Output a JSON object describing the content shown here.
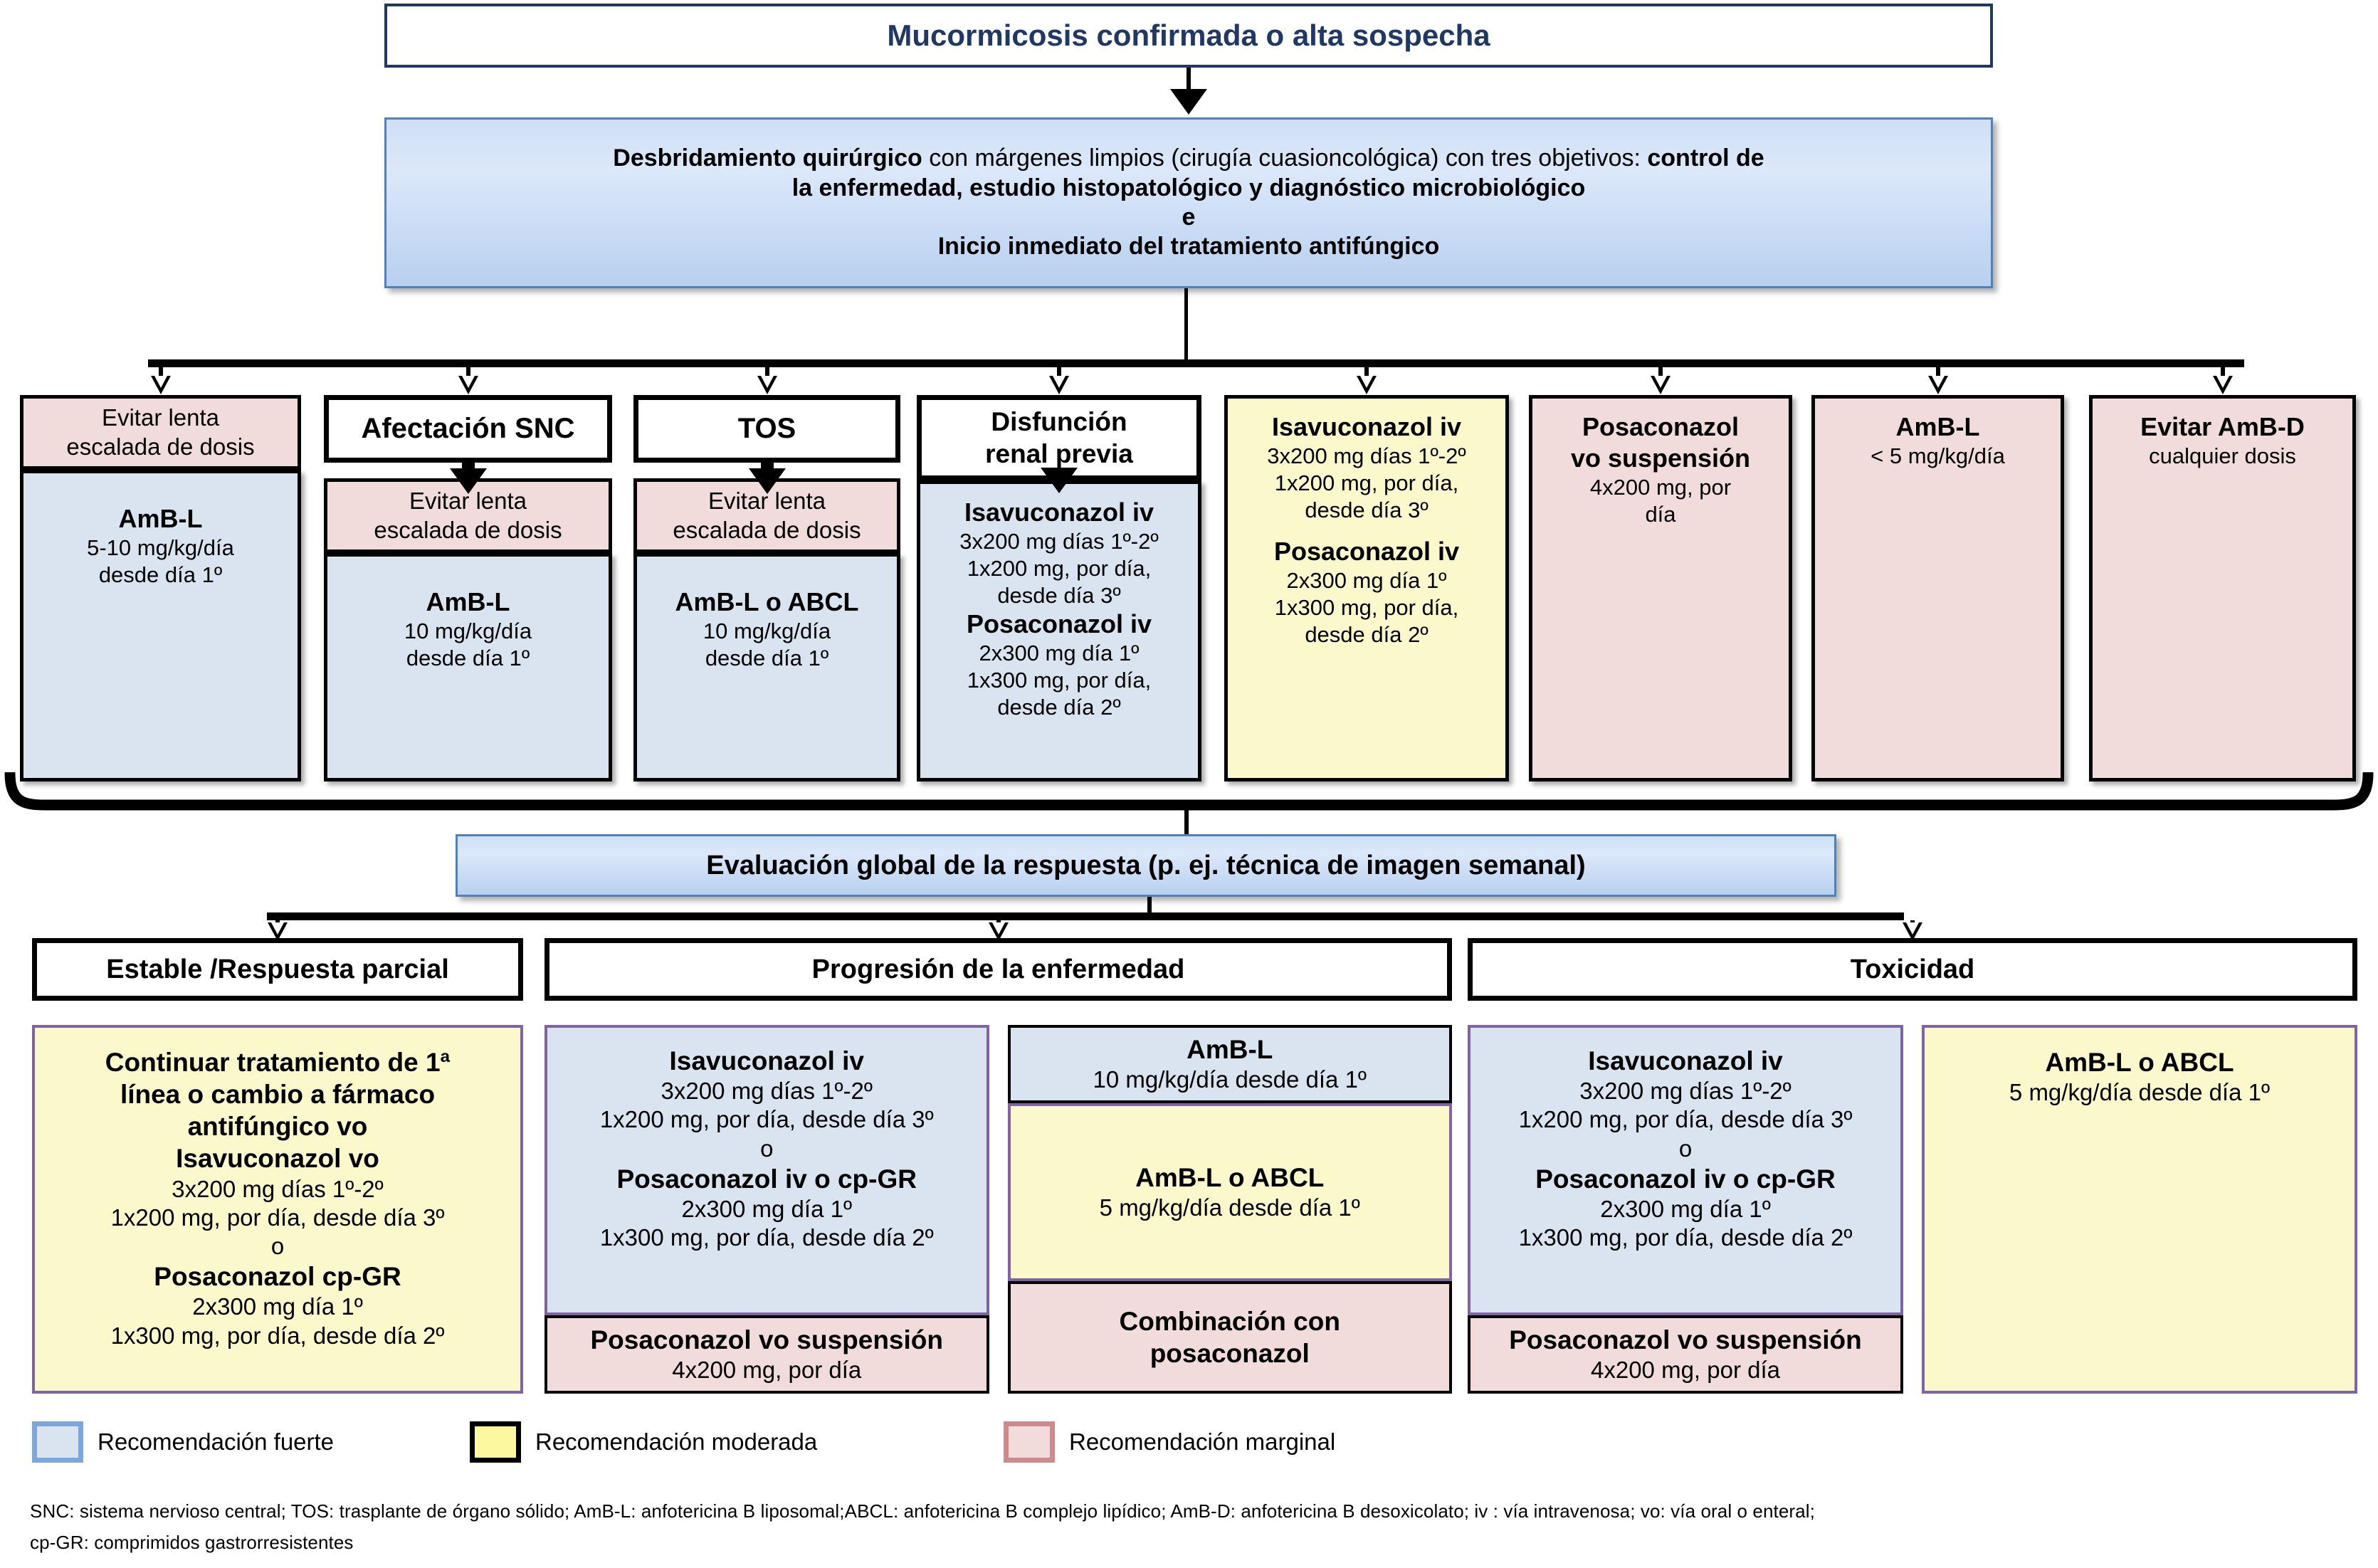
{
  "title_box": {
    "text": "Mucormicosis confirmada o alta sospecha"
  },
  "surgery_box": {
    "line1_a": "Desbridamiento quirúrgico",
    "line1_b": " con márgenes limpios (cirugía cuasioncológica) con tres objetivos: ",
    "line1_c": "control de",
    "line2": "la  enfermedad,  estudio histopatológico y diagnóstico microbiológico",
    "line3": "e",
    "line4": "Inicio inmediato del tratamiento antifúngico"
  },
  "columns": [
    {
      "name": "col-evitar-escalada",
      "pink_header": [
        "Evitar lenta",
        "escalada de dosis"
      ],
      "body_type": "blue",
      "body": [
        {
          "text": "AmB-L",
          "bold": true
        },
        {
          "text": "5-10 mg/kg/día",
          "bold": false
        },
        {
          "text": "desde día 1º",
          "bold": false
        }
      ]
    },
    {
      "name": "col-snc",
      "header": "Afectación SNC",
      "pink_header": [
        "Evitar lenta",
        "escalada de dosis"
      ],
      "body_type": "blue",
      "body": [
        {
          "text": "AmB-L",
          "bold": true
        },
        {
          "text": "10 mg/kg/día",
          "bold": false
        },
        {
          "text": "desde día 1º",
          "bold": false
        }
      ]
    },
    {
      "name": "col-tos",
      "header": "TOS",
      "pink_header": [
        "Evitar lenta",
        "escalada de dosis"
      ],
      "body_type": "blue",
      "body": [
        {
          "text": "AmB-L o ABCL",
          "bold": true
        },
        {
          "text": "10 mg/kg/día",
          "bold": false
        },
        {
          "text": "desde día 1º",
          "bold": false
        }
      ]
    },
    {
      "name": "col-renal",
      "header_lines": [
        "Disfunción",
        "renal previa"
      ],
      "body_type": "blue",
      "body": [
        {
          "text": "Isavuconazol iv",
          "bold": true
        },
        {
          "text": "3x200 mg días 1º-2º",
          "bold": false
        },
        {
          "text": "1x200 mg, por día,",
          "bold": false
        },
        {
          "text": "desde día 3º",
          "bold": false
        },
        {
          "text": "Posaconazol iv",
          "bold": true
        },
        {
          "text": "2x300 mg día 1º",
          "bold": false
        },
        {
          "text": "1x300 mg, por día,",
          "bold": false
        },
        {
          "text": "desde día 2º",
          "bold": false
        }
      ]
    },
    {
      "name": "col-isavuconazol-yellow",
      "body_type": "yellow",
      "body": [
        {
          "text": "Isavuconazol iv",
          "bold": true
        },
        {
          "text": "3x200 mg días 1º-2º",
          "bold": false
        },
        {
          "text": "1x200 mg, por día,",
          "bold": false
        },
        {
          "text": "desde día 3º",
          "bold": false
        },
        {
          "text": "",
          "bold": false
        },
        {
          "text": "Posaconazol iv",
          "bold": true
        },
        {
          "text": "2x300 mg día 1º",
          "bold": false
        },
        {
          "text": "1x300 mg, por día,",
          "bold": false
        },
        {
          "text": "desde día 2º",
          "bold": false
        }
      ]
    },
    {
      "name": "col-posaconazol-vo",
      "body_type": "pink",
      "body": [
        {
          "text": "Posaconazol",
          "bold": true
        },
        {
          "text": "vo suspensión",
          "bold": true
        },
        {
          "text": "4x200 mg, por",
          "bold": false
        },
        {
          "text": "día",
          "bold": false
        }
      ]
    },
    {
      "name": "col-ambl-low",
      "body_type": "pink",
      "body": [
        {
          "text": "AmB-L",
          "bold": true
        },
        {
          "text": "< 5 mg/kg/día",
          "bold": false
        }
      ]
    },
    {
      "name": "col-evitar-ambd",
      "body_type": "pink",
      "body": [
        {
          "text": "Evitar AmB-D",
          "bold": true
        },
        {
          "text": "cualquier dosis",
          "bold": false
        }
      ]
    }
  ],
  "evaluation_box": {
    "text": "Evaluación global de la respuesta (p. ej. técnica de imagen semanal)"
  },
  "outcomes": [
    {
      "name": "outcome-estable",
      "header": "Estable /Respuesta parcial",
      "panels": [
        {
          "type": "yellow-violet",
          "lines": [
            {
              "text": "Continuar tratamiento de 1ª",
              "bold": true,
              "size": "m"
            },
            {
              "text": "línea o cambio a fármaco",
              "bold": true,
              "size": "m"
            },
            {
              "text": "antifúngico vo",
              "bold": true,
              "size": "m"
            },
            {
              "text": "Isavuconazol vo",
              "bold": true,
              "size": "m"
            },
            {
              "text": "3x200 mg días 1º-2º",
              "bold": false,
              "size": "s"
            },
            {
              "text": "1x200 mg, por día, desde día 3º",
              "bold": false,
              "size": "s"
            },
            {
              "text": "o",
              "bold": false,
              "size": "s"
            },
            {
              "text": "Posaconazol cp-GR",
              "bold": true,
              "size": "m"
            },
            {
              "text": "2x300 mg día 1º",
              "bold": false,
              "size": "s"
            },
            {
              "text": "1x300 mg, por día, desde día 2º",
              "bold": false,
              "size": "s"
            }
          ]
        }
      ]
    },
    {
      "name": "outcome-progresion",
      "header": "Progresión de la enfermedad",
      "panels": [
        {
          "type": "blue-violet",
          "lines": [
            {
              "text": "Isavuconazol iv",
              "bold": true,
              "size": "m"
            },
            {
              "text": "3x200 mg días 1º-2º",
              "bold": false,
              "size": "s"
            },
            {
              "text": "1x200 mg, por día, desde día 3º",
              "bold": false,
              "size": "s"
            },
            {
              "text": "o",
              "bold": false,
              "size": "s"
            },
            {
              "text": "Posaconazol iv o cp-GR",
              "bold": true,
              "size": "m"
            },
            {
              "text": "2x300 mg día 1º",
              "bold": false,
              "size": "s"
            },
            {
              "text": "1x300 mg, por día, desde día 2º",
              "bold": false,
              "size": "s"
            }
          ],
          "footer": {
            "type": "pink",
            "lines": [
              {
                "text": "Posaconazol vo suspensión",
                "bold": true,
                "size": "m"
              },
              {
                "text": "4x200 mg, por día",
                "bold": false,
                "size": "s"
              }
            ]
          }
        },
        {
          "type": "split",
          "top": {
            "type": "blue",
            "lines": [
              {
                "text": "AmB-L",
                "bold": true,
                "size": "m"
              },
              {
                "text": "10 mg/kg/día desde día 1º",
                "bold": false,
                "size": "s"
              }
            ]
          },
          "mid": {
            "type": "yellow-violet",
            "lines": [
              {
                "text": "AmB-L o ABCL",
                "bold": true,
                "size": "m"
              },
              {
                "text": "5 mg/kg/día desde día 1º",
                "bold": false,
                "size": "s"
              }
            ]
          },
          "footer": {
            "type": "pink",
            "lines": [
              {
                "text": "Combinación con",
                "bold": true,
                "size": "m"
              },
              {
                "text": "posaconazol",
                "bold": true,
                "size": "m"
              }
            ]
          }
        }
      ]
    },
    {
      "name": "outcome-toxicidad",
      "header": "Toxicidad",
      "panels": [
        {
          "type": "blue-violet",
          "lines": [
            {
              "text": "Isavuconazol iv",
              "bold": true,
              "size": "m"
            },
            {
              "text": "3x200 mg días 1º-2º",
              "bold": false,
              "size": "s"
            },
            {
              "text": "1x200 mg, por día, desde día 3º",
              "bold": false,
              "size": "s"
            },
            {
              "text": "o",
              "bold": false,
              "size": "s"
            },
            {
              "text": "Posaconazol iv o cp-GR",
              "bold": true,
              "size": "m"
            },
            {
              "text": "2x300 mg día 1º",
              "bold": false,
              "size": "s"
            },
            {
              "text": "1x300 mg, por día, desde día 2º",
              "bold": false,
              "size": "s"
            }
          ],
          "footer": {
            "type": "pink",
            "lines": [
              {
                "text": "Posaconazol vo suspensión",
                "bold": true,
                "size": "m"
              },
              {
                "text": "4x200 mg, por día",
                "bold": false,
                "size": "s"
              }
            ]
          }
        },
        {
          "type": "yellow-violet",
          "lines": [
            {
              "text": "AmB-L o ABCL",
              "bold": true,
              "size": "m"
            },
            {
              "text": "5 mg/kg/día desde día 1º",
              "bold": false,
              "size": "s"
            }
          ]
        }
      ]
    }
  ],
  "legend": [
    {
      "label": "Recomendación fuerte",
      "fill": "#dae3f0",
      "border": "#7ba7dd"
    },
    {
      "label": "Recomendación moderada",
      "fill": "#fbf8a0",
      "border": "#000000"
    },
    {
      "label": "Recomendación marginal",
      "fill": "#f2dcdb",
      "border": "#cf8b8b"
    }
  ],
  "footnote": {
    "line1": "SNC: sistema nervioso central; TOS: trasplante de órgano sólido; AmB-L: anfotericina B liposomal;ABCL: anfotericina B complejo lipídico; AmB-D: anfotericina B desoxicolato; iv :  vía intravenosa; vo: vía oral o enteral;",
    "line2": "cp-GR: comprimidos gastrorresistentes"
  }
}
